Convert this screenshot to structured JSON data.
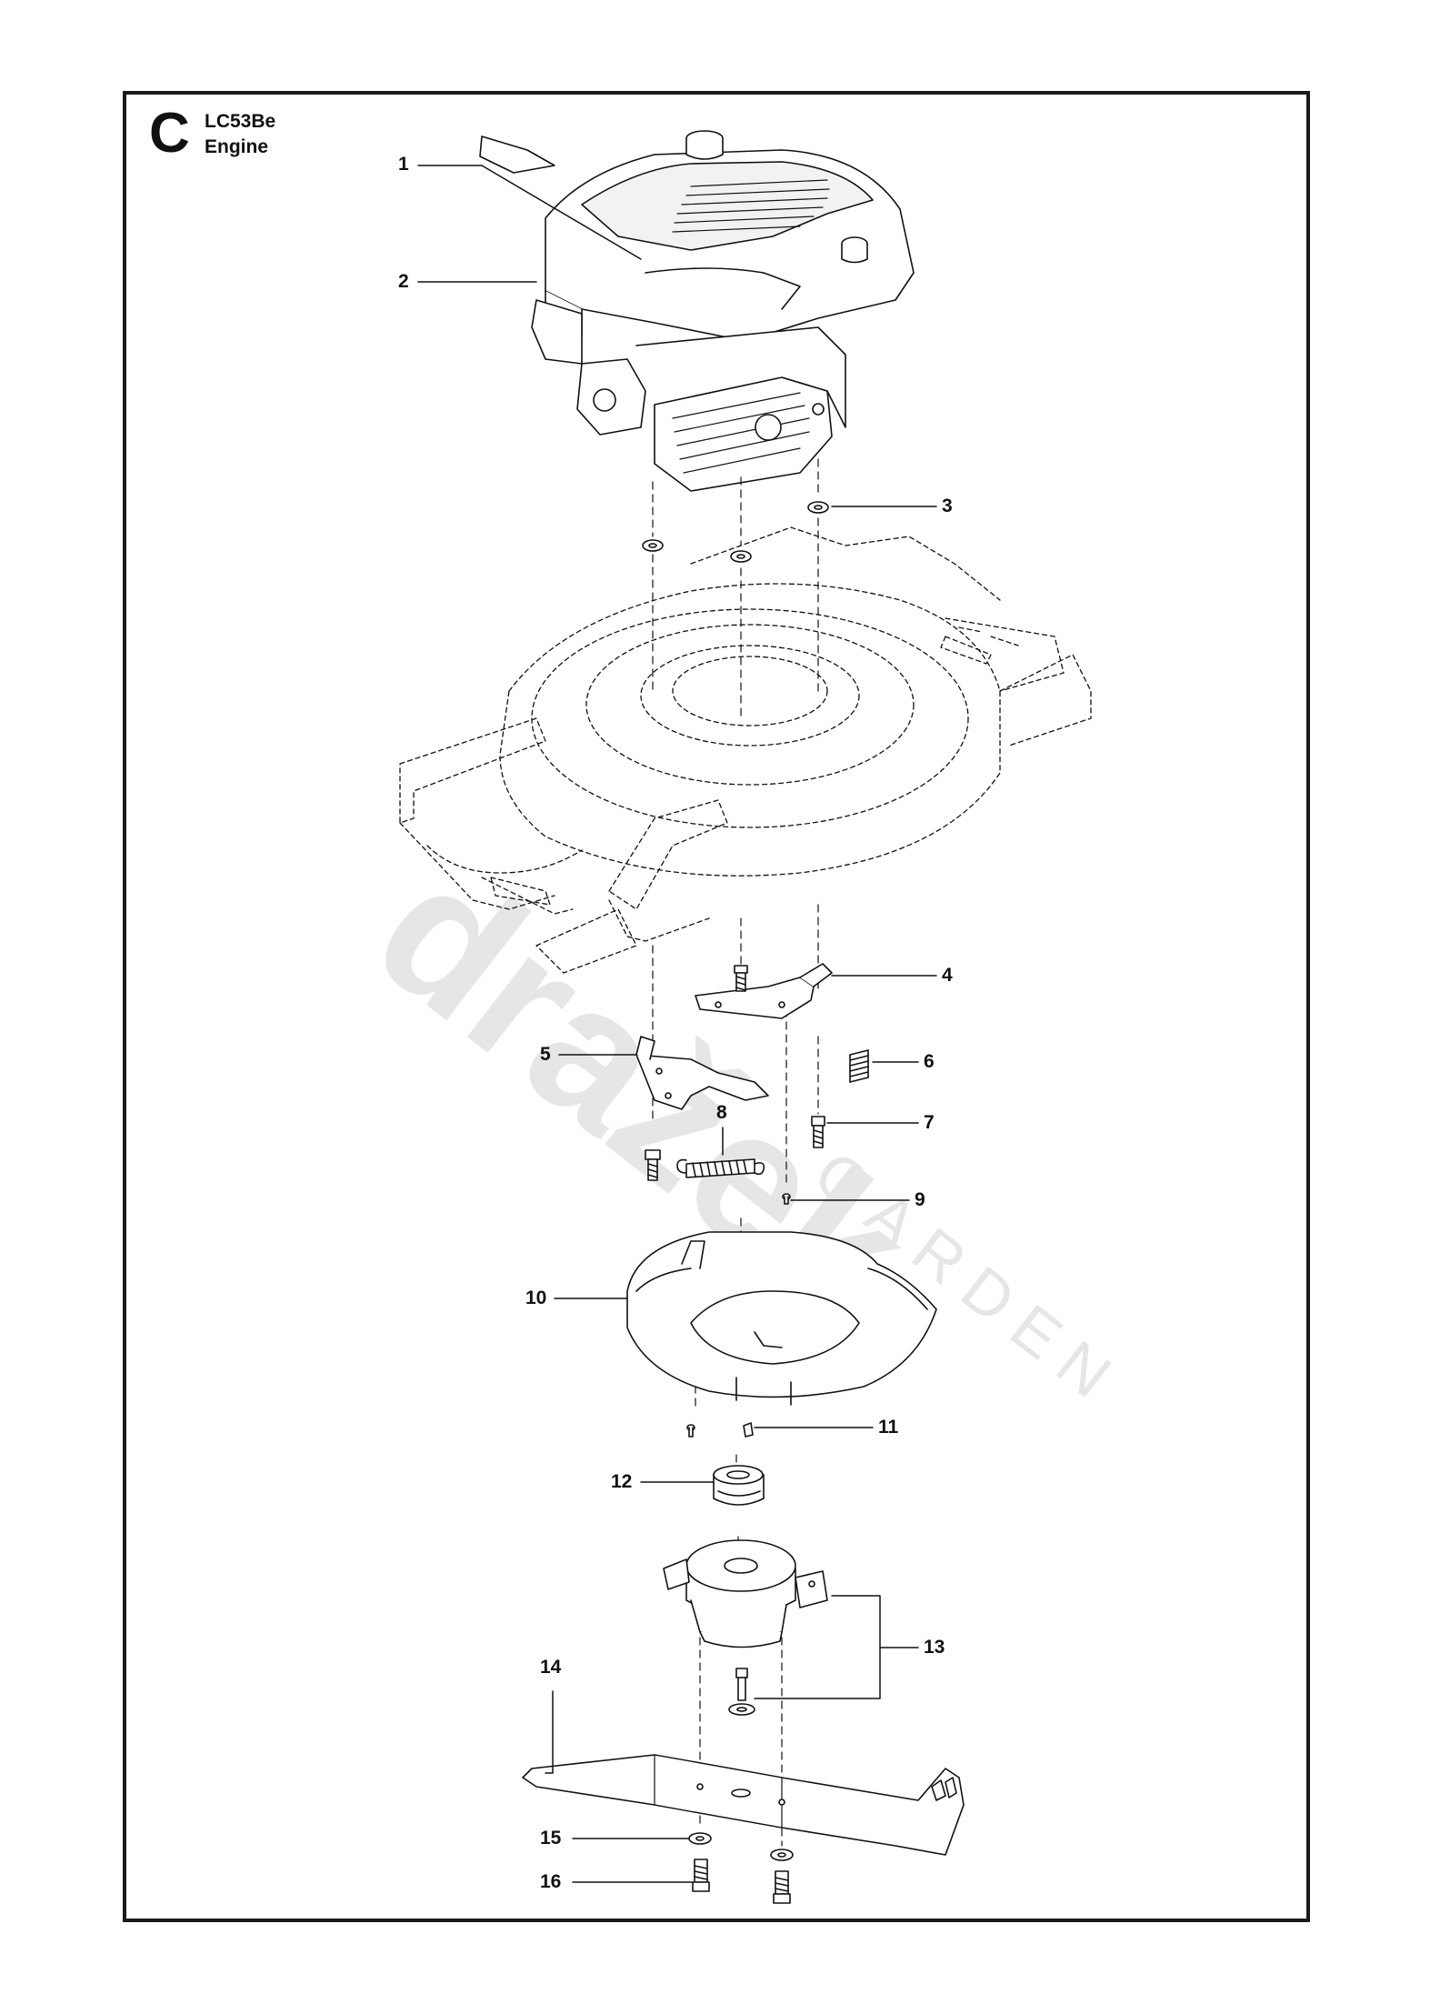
{
  "header": {
    "section_letter": "C",
    "model": "LC53Be",
    "title": "Engine"
  },
  "watermark": {
    "brand": "dražek",
    "tagline": "GARDEN"
  },
  "callouts": [
    {
      "id": "1",
      "label": "1"
    },
    {
      "id": "2",
      "label": "2"
    },
    {
      "id": "3",
      "label": "3"
    },
    {
      "id": "4",
      "label": "4"
    },
    {
      "id": "5",
      "label": "5"
    },
    {
      "id": "6",
      "label": "6"
    },
    {
      "id": "7",
      "label": "7"
    },
    {
      "id": "8",
      "label": "8"
    },
    {
      "id": "9",
      "label": "9"
    },
    {
      "id": "10",
      "label": "10"
    },
    {
      "id": "11",
      "label": "11"
    },
    {
      "id": "12",
      "label": "12"
    },
    {
      "id": "13",
      "label": "13"
    },
    {
      "id": "14",
      "label": "14"
    },
    {
      "id": "15",
      "label": "15"
    },
    {
      "id": "16",
      "label": "16"
    }
  ]
}
